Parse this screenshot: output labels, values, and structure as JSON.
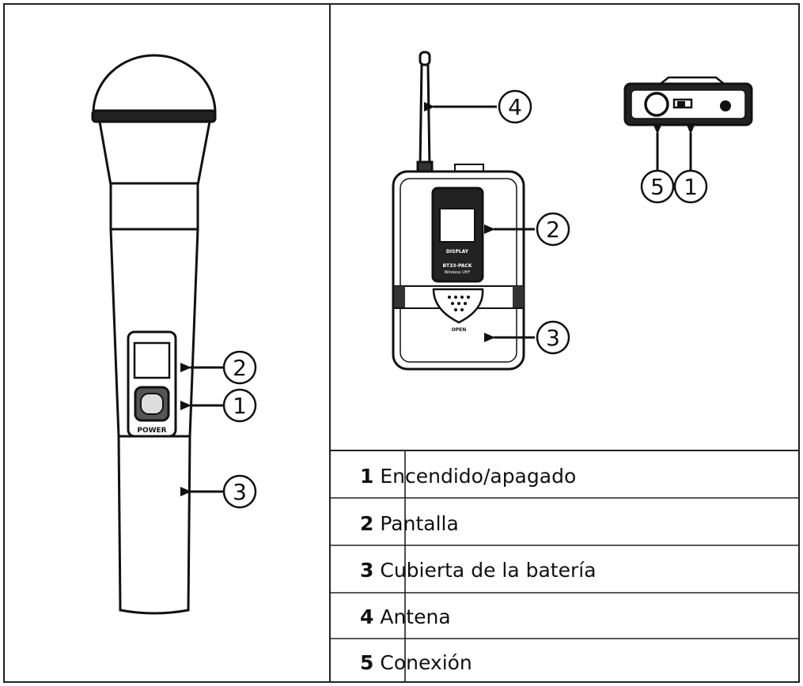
{
  "labels": {
    "mic_power": "POWER",
    "pack_display": "DISPLAY",
    "pack_model_line1": "BT33-PACK",
    "pack_model_line2": "Wireless UHF",
    "pack_open": "OPEN"
  },
  "callouts": {
    "mic_display": "2",
    "mic_power": "1",
    "mic_battery": "3",
    "pack_antenna": "4",
    "pack_display": "2",
    "pack_battery": "3",
    "top_connection": "5",
    "top_power": "1"
  },
  "legend": [
    {
      "number": "1",
      "text": "Encendido/apagado"
    },
    {
      "number": "2",
      "text": "Pantalla"
    },
    {
      "number": "3",
      "text": "Cubierta de la batería"
    },
    {
      "number": "4",
      "text": "Antena"
    },
    {
      "number": "5",
      "text": "Conexión"
    }
  ]
}
